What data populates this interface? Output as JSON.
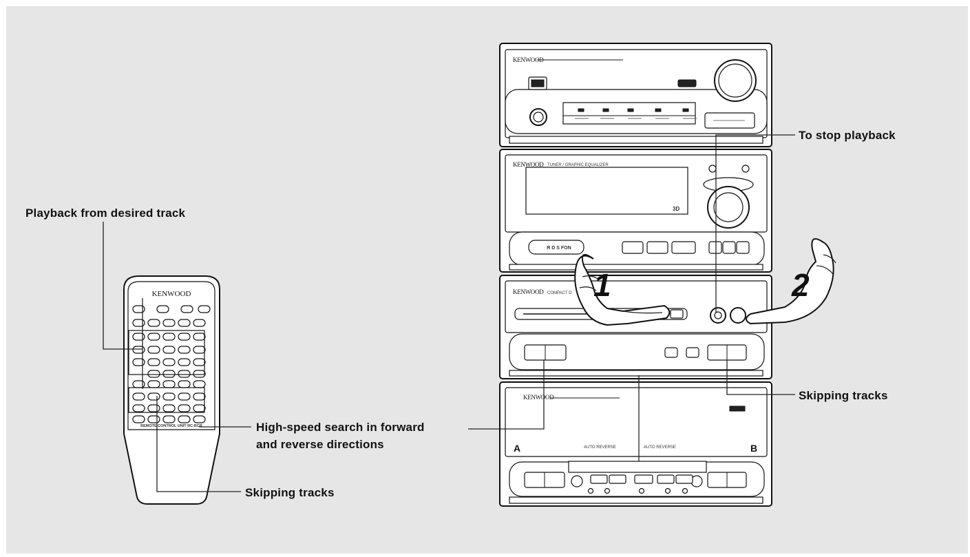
{
  "callouts": {
    "playback_from_desired_track": "Playback from desired track",
    "to_stop_playback": "To stop playback",
    "skipping_tracks_right": "Skipping tracks",
    "high_speed_search_line1": "High-speed search in forward",
    "high_speed_search_line2": "and reverse directions",
    "skipping_tracks_bottom": "Skipping tracks"
  },
  "step_numbers": {
    "step1": "1",
    "step2": "2"
  },
  "remote": {
    "brand": "KENWOOD",
    "model_label": "REMOTE CONTROL UNIT RC-RCR"
  },
  "stereo": {
    "brand_top": "KENWOOD",
    "brand_tuner": "KENWOOD",
    "tuner_title": "TUNER / GRAPHIC EQUALIZER",
    "brand_cd": "KENWOOD",
    "cd_title": "COMPACT D",
    "brand_cassette": "KENWOOD",
    "deck_a": "A",
    "deck_b": "B",
    "auto_reverse_1": "AUTO REVERSE",
    "auto_reverse_2": "AUTO REVERSE",
    "rds_label": "R D S FON"
  }
}
